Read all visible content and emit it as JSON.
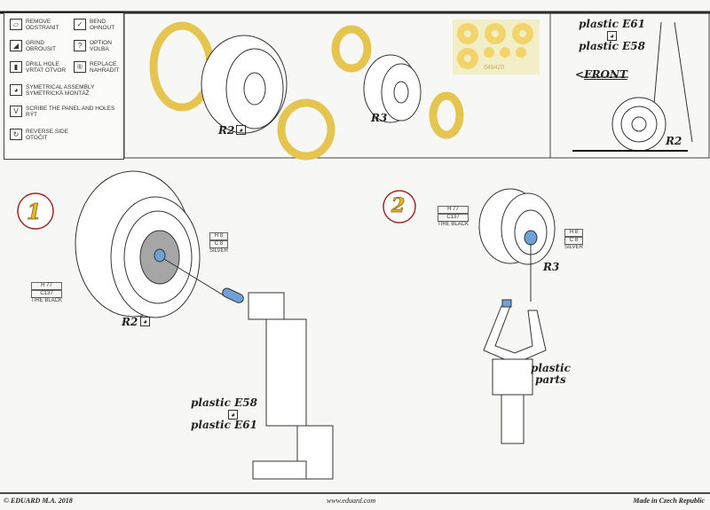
{
  "legend": [
    {
      "icon": "remove-icon",
      "glyph": "▱",
      "en": "REMOVE",
      "cz": "ODSTRANIT"
    },
    {
      "icon": "bend-icon",
      "glyph": "✓",
      "en": "BEND",
      "cz": "OHNOUT"
    },
    {
      "icon": "grind-icon",
      "glyph": "◢",
      "en": "GRIND",
      "cz": "OBROUSIT"
    },
    {
      "icon": "option-icon",
      "glyph": "?",
      "en": "OPTION",
      "cz": "VOLBA"
    },
    {
      "icon": "drill-hole-icon",
      "glyph": "▮",
      "en": "DRILL HOLE",
      "cz": "VRTAT OTVOR"
    },
    {
      "icon": "replace-icon",
      "glyph": "®",
      "en": "REPLACE",
      "cz": "NAHRADIT"
    },
    {
      "icon": "symetrical-assembly-icon",
      "glyph": "◕",
      "en": "SYMETRICAL ASSEMBLY",
      "cz": "SYMETRICKÁ MONTÁŽ"
    },
    {
      "icon": "scribe-icon",
      "glyph": "V",
      "en": "SCRIBE THE PANEL AND HOLES",
      "cz": "RÝT"
    },
    {
      "icon": "reverse-side-icon",
      "glyph": "↻",
      "en": "REVERSE SIDE",
      "cz": "OTOČIT"
    }
  ],
  "top": {
    "r2_label": "R2",
    "r3_label": "R3",
    "mask_code": "648420",
    "plastic_e61": "plastic E61",
    "plastic_e58": "plastic E58",
    "front": "FRONT",
    "side_r2": "R2"
  },
  "step1": {
    "number": "1",
    "tire": {
      "h": "H 77",
      "c": "C137",
      "name": "TIRE BLACK"
    },
    "hub": {
      "h": "H 8",
      "c": "C 8",
      "name": "SILVER"
    },
    "part": "R2",
    "plastic_a": "plastic E58",
    "plastic_b": "plastic E61"
  },
  "step2": {
    "number": "2",
    "tire": {
      "h": "H 77",
      "c": "C137",
      "name": "TIRE BLACK"
    },
    "hub": {
      "h": "H 8",
      "c": "C 8",
      "name": "SILVER"
    },
    "part": "R3",
    "plastic_a": "plastic",
    "plastic_b": "parts"
  },
  "footer": {
    "copyright": "© EDUARD  M.A. 2018",
    "url": "www.eduard.com",
    "made": "Made in Czech Republic"
  },
  "colors": {
    "mask": "#f2d46a",
    "paint_blue": "#6fa0d8",
    "step_circle": "#a02828",
    "step_digit": "#e8b820"
  }
}
